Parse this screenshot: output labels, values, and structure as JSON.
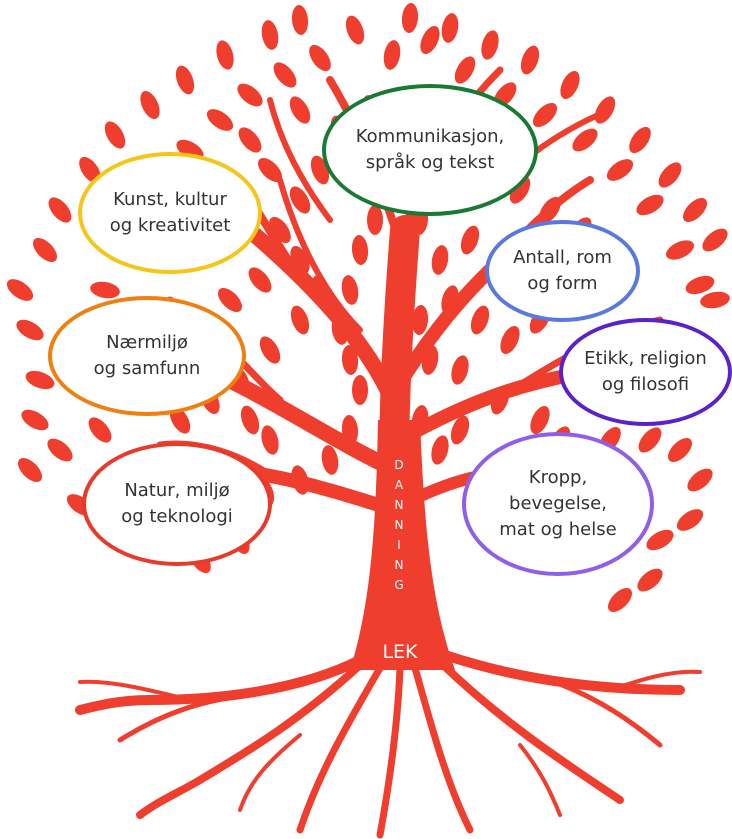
{
  "tree": {
    "color": "#ef3e2e"
  },
  "labels": {
    "trunk_vertical": [
      "D",
      "A",
      "N",
      "N",
      "I",
      "N",
      "G"
    ],
    "roots": "LEK"
  },
  "bubbles": {
    "kommunikasjon": {
      "line1": "Kommunikasjon,",
      "line2": "språk og tekst",
      "border": "#1a7a34"
    },
    "kunst": {
      "line1": "Kunst, kultur",
      "line2": "og kreativitet",
      "border": "#f5c518"
    },
    "antall": {
      "line1": "Antall, rom",
      "line2": "og form",
      "border": "#5a78e0"
    },
    "naermiljo": {
      "line1": "Nærmiljø",
      "line2": "og samfunn",
      "border": "#f07f12"
    },
    "etikk": {
      "line1": "Etikk, religion",
      "line2": "og filosofi",
      "border": "#5a22c8"
    },
    "natur": {
      "line1": "Natur, miljø",
      "line2": "og teknologi",
      "border": "#e83a2a"
    },
    "kropp": {
      "line1": "Kropp,",
      "line2": "bevegelse,",
      "line3": "mat og helse",
      "border": "#8f5fe8"
    }
  }
}
